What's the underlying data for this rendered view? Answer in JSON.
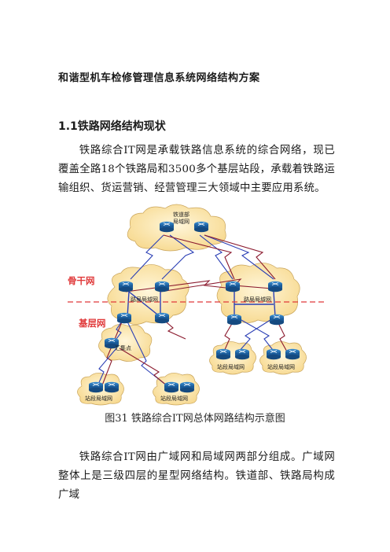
{
  "document": {
    "title": "和谐型机车检修管理信息系统网络结构方案",
    "section_heading": "1.1铁路网络结构现状",
    "paragraph1": "铁路综合IT网是承载铁路信息系统的综合网络，现已覆盖全路18个铁路局和3500多个基层站段，承载着铁路运输组织、货运营销、经营管理三大领域中主要应用系统。",
    "figure": {
      "label_top_cloud": [
        "铁道部",
        "局域网"
      ],
      "label_backbone": "骨干网",
      "label_base": "基层网",
      "label_bureau_lan": "路局局域网",
      "label_hub": "汇集点",
      "label_station_lan": "站段局域网",
      "caption": "图31 铁路综合IT网总体网路结构示意图"
    },
    "paragraph2": "铁路综合IT网由广域网和局域网两部分组成。广域网整体上是三级四层的星型网络结构。铁道部、铁路局构成广域"
  },
  "colors": {
    "dashed_line": "#e0393a",
    "cloud": "#fde7b0",
    "router": "#1f6fb3",
    "link_red": "#8b1a2e",
    "link_blue": "#2b3fb5"
  }
}
